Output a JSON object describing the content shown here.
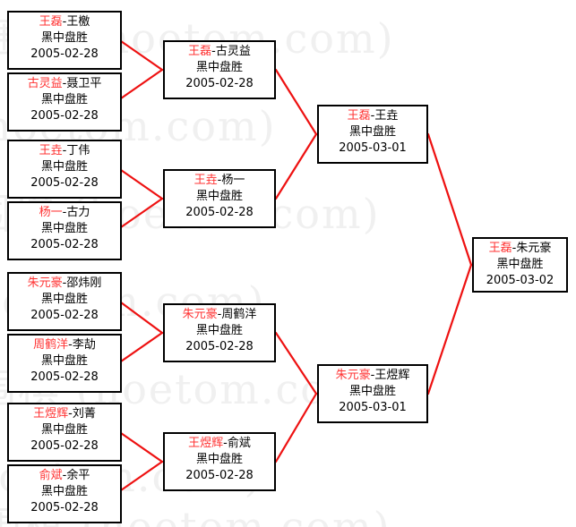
{
  "watermark": {
    "text": "围棋 (hoetom.com)",
    "color": "#f0f0f0"
  },
  "theme": {
    "winner_color": "#ff3333",
    "line_color": "#ee1111",
    "box_border": "#000000",
    "background": "#ffffff"
  },
  "bracket": {
    "rounds": [
      {
        "name": "round-of-16",
        "matches": [
          {
            "winner": "王磊",
            "sep": "-",
            "loser": "王檄",
            "result": "黑中盘胜",
            "date": "2005-02-28"
          },
          {
            "winner": "古灵益",
            "sep": "-",
            "loser": "聂卫平",
            "result": "黑中盘胜",
            "date": "2005-02-28"
          },
          {
            "winner": "王垚",
            "sep": "-",
            "loser": "丁伟",
            "result": "黑中盘胜",
            "date": "2005-02-28"
          },
          {
            "winner": "杨一",
            "sep": "-",
            "loser": "古力",
            "result": "黑中盘胜",
            "date": "2005-02-28"
          },
          {
            "winner": "朱元豪",
            "sep": "-",
            "loser": "邵炜刚",
            "result": "黑中盘胜",
            "date": "2005-02-28"
          },
          {
            "winner": "周鹤洋",
            "sep": "-",
            "loser": "李劼",
            "result": "黑中盘胜",
            "date": "2005-02-28"
          },
          {
            "winner": "王煜辉",
            "sep": "-",
            "loser": "刘菁",
            "result": "黑中盘胜",
            "date": "2005-02-28"
          },
          {
            "winner": "俞斌",
            "sep": "-",
            "loser": "余平",
            "result": "黑中盘胜",
            "date": "2005-02-28"
          }
        ]
      },
      {
        "name": "quarter-finals",
        "matches": [
          {
            "winner": "王磊",
            "sep": "-",
            "loser": "古灵益",
            "result": "黑中盘胜",
            "date": "2005-02-28"
          },
          {
            "winner": "王垚",
            "sep": "-",
            "loser": "杨一",
            "result": "黑中盘胜",
            "date": "2005-02-28"
          },
          {
            "winner": "朱元豪",
            "sep": "-",
            "loser": "周鹤洋",
            "result": "黑中盘胜",
            "date": "2005-02-28"
          },
          {
            "winner": "王煜辉",
            "sep": "-",
            "loser": "俞斌",
            "result": "黑中盘胜",
            "date": "2005-02-28"
          }
        ]
      },
      {
        "name": "semi-finals",
        "matches": [
          {
            "winner": "王磊",
            "sep": "-",
            "loser": "王垚",
            "result": "黑中盘胜",
            "date": "2005-03-01"
          },
          {
            "winner": "朱元豪",
            "sep": "-",
            "loser": "王煜辉",
            "result": "黑中盘胜",
            "date": "2005-03-01"
          }
        ]
      },
      {
        "name": "final",
        "matches": [
          {
            "winner": "王磊",
            "sep": "-",
            "loser": "朱元豪",
            "result": "黑中盘胜",
            "date": "2005-03-02"
          }
        ]
      }
    ]
  }
}
